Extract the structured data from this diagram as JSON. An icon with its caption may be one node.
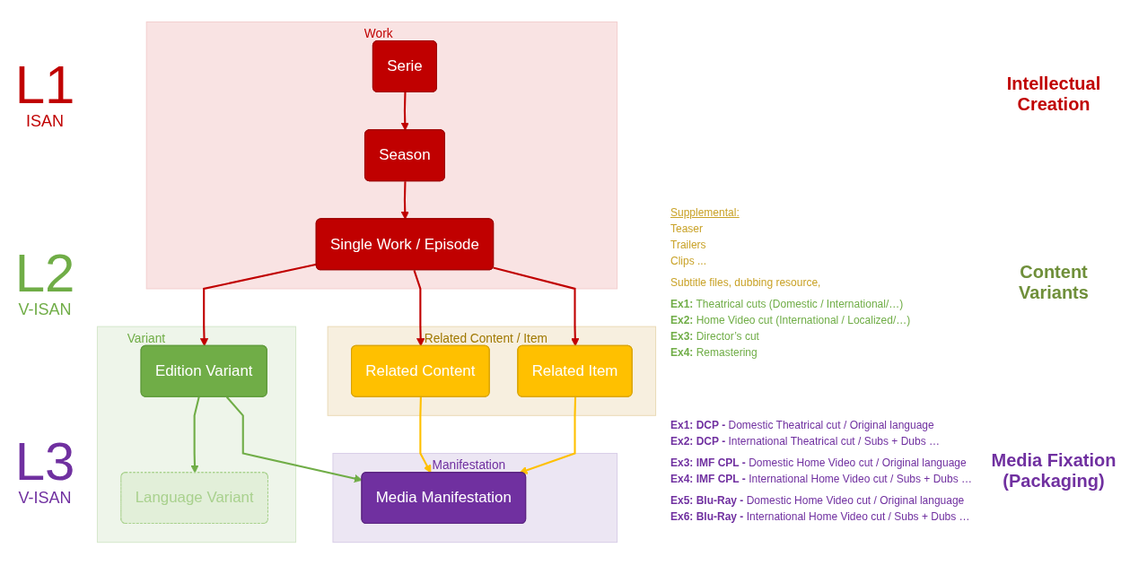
{
  "diagram": {
    "nodes": [
      {
        "text": [
          "Work"
        ]
      },
      {
        "text": [
          "Serie"
        ],
        "in": 0
      },
      {
        "text": [
          "Season"
        ],
        "in": 0
      },
      {
        "text": [
          "Single Work / Episode"
        ],
        "in": 0
      },
      {
        "text": [
          "Variant"
        ]
      },
      {
        "text": [
          "Related Content / Item"
        ]
      },
      {
        "text": [
          "Edition Variant"
        ],
        "in": 4
      },
      {
        "text": [
          "Related Content"
        ],
        "in": 5
      },
      {
        "text": [
          "Related Item"
        ],
        "in": 5
      },
      {
        "text": [
          "Language Variant"
        ],
        "in": 4
      },
      {
        "text": [
          "Manifestation"
        ]
      },
      {
        "text": [
          "Media Manifestation"
        ],
        "in": 10
      }
    ],
    "edges": [
      {
        "from": 1,
        "to": 2,
        "arrow": "to"
      },
      {
        "from": 2,
        "to": 3,
        "arrow": "to"
      },
      {
        "from": 3,
        "to": 6,
        "arrow": "to"
      },
      {
        "from": 3,
        "to": 7,
        "arrow": "to"
      },
      {
        "from": 3,
        "to": 8,
        "arrow": "to"
      },
      {
        "from": 6,
        "to": 9,
        "arrow": "to",
        "color": "#70ad47"
      },
      {
        "from": 6,
        "to": 11,
        "arrow": "to",
        "color": "#70ad47"
      },
      {
        "from": 7,
        "to": 11,
        "arrow": "to",
        "color": "#ffc000"
      },
      {
        "from": 8,
        "to": 11,
        "arrow": "to",
        "color": "#ffc000"
      }
    ],
    "labels": [
      "L1",
      "ISAN",
      "Intellectual Creation",
      "Supplemental:",
      "Teaser",
      "Trailers",
      "Clips ...",
      "Subtitle files, dubbing resource,",
      "**Ex1:** Theatrical cuts (Domestic / International/…)",
      "**Ex2:** Home Video cut (International / Localized/…)",
      "**Ex3:** Director’s cut",
      "**Ex4:** Remastering",
      "L2",
      "V-ISAN",
      "Content Variants",
      "**Ex1: DCP -** Domestic Theatrical cut / Original language",
      "**Ex2: DCP -** International Theatrical cut / Subs + Dubs …",
      "**Ex3: IMF CPL -** Domestic Home Video cut / Original language",
      "**Ex4: IMF CPL -** International Home Video cut / Subs + Dubs …",
      "**Ex5: Blu-Ray -** Domestic Home Video cut / Original language",
      "**Ex6: Blu-Ray -** International Home Video cut / Subs + Dubs …",
      "L3",
      "V-ISAN",
      "Media Fixation (Packaging)"
    ]
  }
}
